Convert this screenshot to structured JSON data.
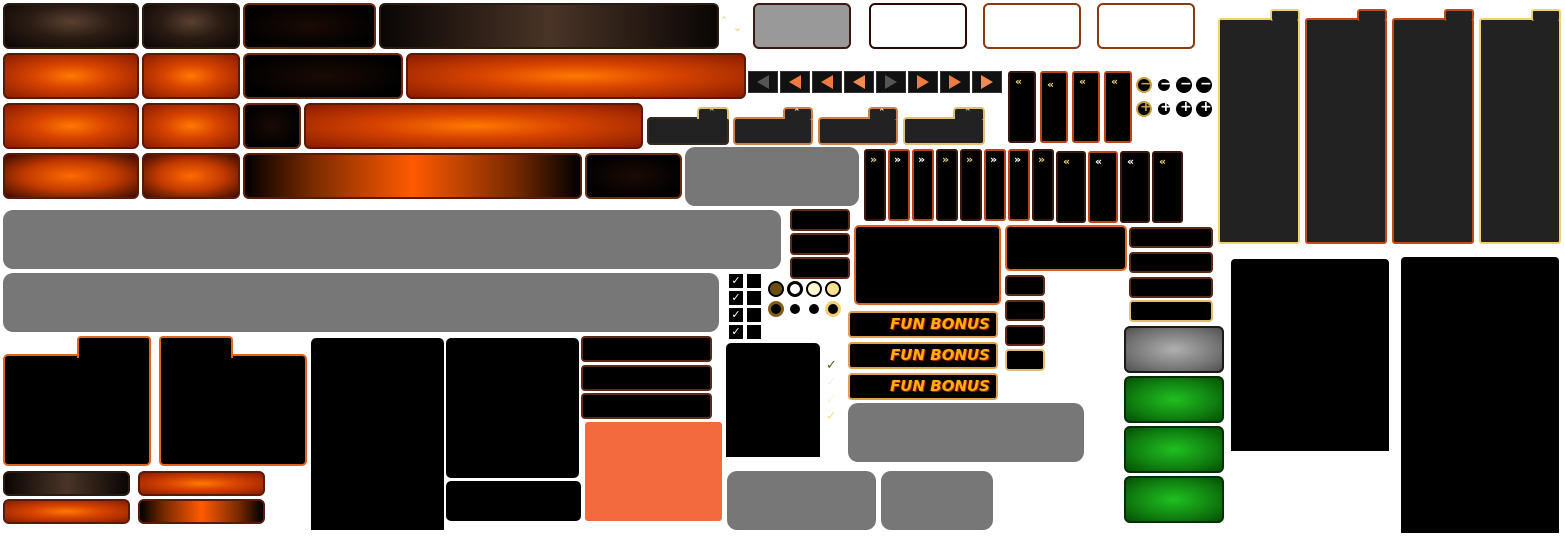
{
  "bonus_buttons": {
    "label_1": "FUN BONUS",
    "label_2": "FUN BONUS",
    "label_3": "FUN BONUS"
  },
  "glyphs": {
    "double_left": "«",
    "double_right": "»",
    "up": "ˆ",
    "check": "✓",
    "minus": "−",
    "plus": "+"
  },
  "colors": {
    "accent_orange": "#ff6a00",
    "border_orange": "#e0641e",
    "gold": "#f0d070",
    "green": "#108010",
    "panel_grey": "#777777",
    "coral": "#f26a3e"
  }
}
